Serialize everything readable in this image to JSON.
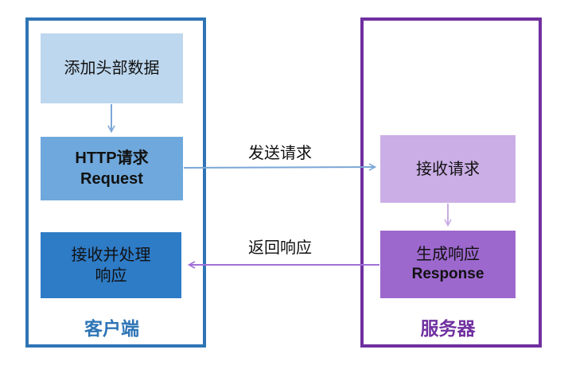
{
  "diagram": {
    "client": {
      "label": "客户端",
      "nodes": {
        "add_header": "添加头部数据",
        "http_request_line1": "HTTP请求",
        "http_request_line2": "Request",
        "receive_process_line1": "接收并处理",
        "receive_process_line2": "响应"
      }
    },
    "server": {
      "label": "服务器",
      "nodes": {
        "receive_request": "接收请求",
        "generate_response_line1": "生成响应",
        "generate_response_line2": "Response"
      }
    },
    "arrows": {
      "send_request_label": "发送请求",
      "return_response_label": "返回响应"
    }
  },
  "colors": {
    "client_border": "#2E74B5",
    "client_label_text": "#2E75B6",
    "server_border": "#7030A0",
    "server_label_text": "#7030A0",
    "box_light_blue": "#BDD7EE",
    "box_medium_blue": "#6FA8DC",
    "box_dark_blue": "#2E7BC6",
    "box_light_purple": "#CBAEE6",
    "box_dark_purple": "#9D68CE",
    "arrow_blue": "#7BA7D7",
    "arrow_purple": "#A16FD8",
    "arrow_light_purple": "#C9ACE6"
  }
}
